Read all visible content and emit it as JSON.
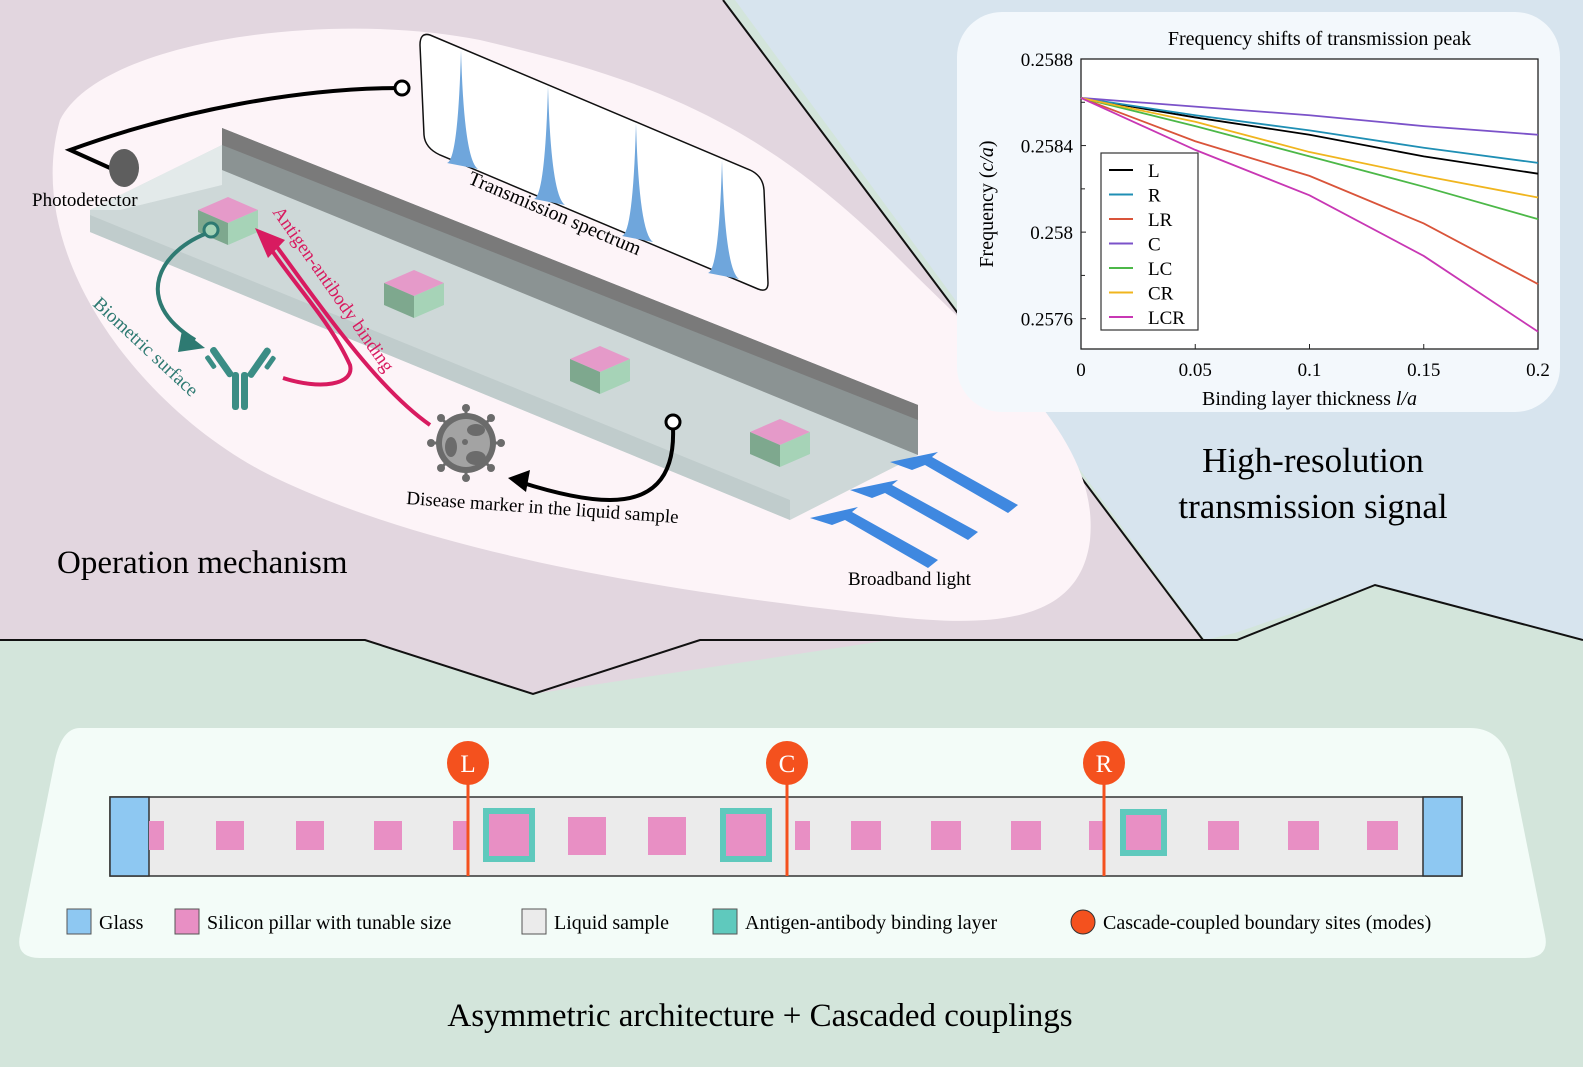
{
  "panels": {
    "operation": {
      "title": "Operation mechanism",
      "labels": {
        "photodetector": "Photodetector",
        "transmission_spectrum": "Transmission spectrum",
        "antigen_binding": "Antigen-antibody binding",
        "biometric_surface": "Biometric surface",
        "disease_marker": "Disease marker in the liquid sample",
        "broadband_light": "Broadband light"
      }
    },
    "signal": {
      "title_line1": "High-resolution",
      "title_line2": "transmission signal"
    },
    "architecture": {
      "title": "Asymmetric architecture + Cascaded couplings",
      "sites": [
        "L",
        "C",
        "R"
      ],
      "legend": [
        {
          "label": "Glass",
          "color": "#8ec8f2",
          "shape": "square"
        },
        {
          "label": "Silicon pillar with tunable size",
          "color": "#e88fc4",
          "shape": "square"
        },
        {
          "label": "Liquid sample",
          "color": "#ebebeb",
          "shape": "square"
        },
        {
          "label": "Antigen-antibody binding layer",
          "color": "#5fc9bd",
          "shape": "square"
        },
        {
          "label": "Cascade-coupled boundary sites (modes)",
          "color": "#f4511e",
          "shape": "circle"
        }
      ]
    }
  },
  "colors": {
    "operation_bg": "#e2d6df",
    "signal_bg": "#d7e4ee",
    "architecture_bg": "#d3e5db",
    "site_marker": "#f4511e",
    "binding_arrow": "#d81b60",
    "antibody": "#3b8d85",
    "light_arrow": "#3f88e0"
  },
  "chart_data": {
    "type": "line",
    "title": "Frequency shifts of transmission peak",
    "xlabel": "Binding layer thickness l/a",
    "ylabel": "Frequency (c/a)",
    "x": [
      0,
      0.05,
      0.1,
      0.15,
      0.2
    ],
    "xlim": [
      0,
      0.2
    ],
    "ylim": [
      0.25746,
      0.2588
    ],
    "xticks": [
      "0",
      "0.05",
      "0.1",
      "0.15",
      "0.2"
    ],
    "yticks": [
      "0.2588",
      "0.2584",
      "0.258",
      "0.2576"
    ],
    "ytick_values": [
      0.2588,
      0.2584,
      0.258,
      0.2576
    ],
    "legend_position": "lower-left",
    "grid": false,
    "series": [
      {
        "name": "L",
        "color": "#000000",
        "values": [
          0.25862,
          0.25853,
          0.25845,
          0.25835,
          0.25827
        ]
      },
      {
        "name": "R",
        "color": "#1f8fb4",
        "values": [
          0.25862,
          0.25854,
          0.25847,
          0.25839,
          0.25832
        ]
      },
      {
        "name": "LR",
        "color": "#d9543a",
        "values": [
          0.25862,
          0.25842,
          0.25826,
          0.25804,
          0.25776
        ]
      },
      {
        "name": "C",
        "color": "#7b52c9",
        "values": [
          0.25862,
          0.25858,
          0.25854,
          0.25849,
          0.25845
        ]
      },
      {
        "name": "LC",
        "color": "#4cb848",
        "values": [
          0.25862,
          0.25849,
          0.25835,
          0.25821,
          0.25806
        ]
      },
      {
        "name": "CR",
        "color": "#f0b51e",
        "values": [
          0.25862,
          0.25851,
          0.25837,
          0.25826,
          0.25816
        ]
      },
      {
        "name": "LCR",
        "color": "#c837b4",
        "values": [
          0.25862,
          0.25838,
          0.25817,
          0.25789,
          0.25754
        ]
      }
    ]
  }
}
